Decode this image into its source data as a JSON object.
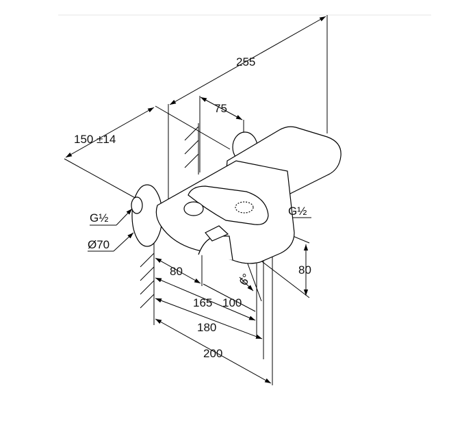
{
  "drawing": {
    "dimensions": {
      "overall_depth": "255",
      "outlet_offset": "75",
      "wall_distance": "150 ±14",
      "inlet_left": "G½",
      "rosette_diameter": "Ø70",
      "inlet_right": "G½",
      "height": "80",
      "angle": "6°",
      "d80": "80",
      "d165": "165",
      "d100": "100",
      "d180": "180",
      "d200": "200"
    }
  }
}
